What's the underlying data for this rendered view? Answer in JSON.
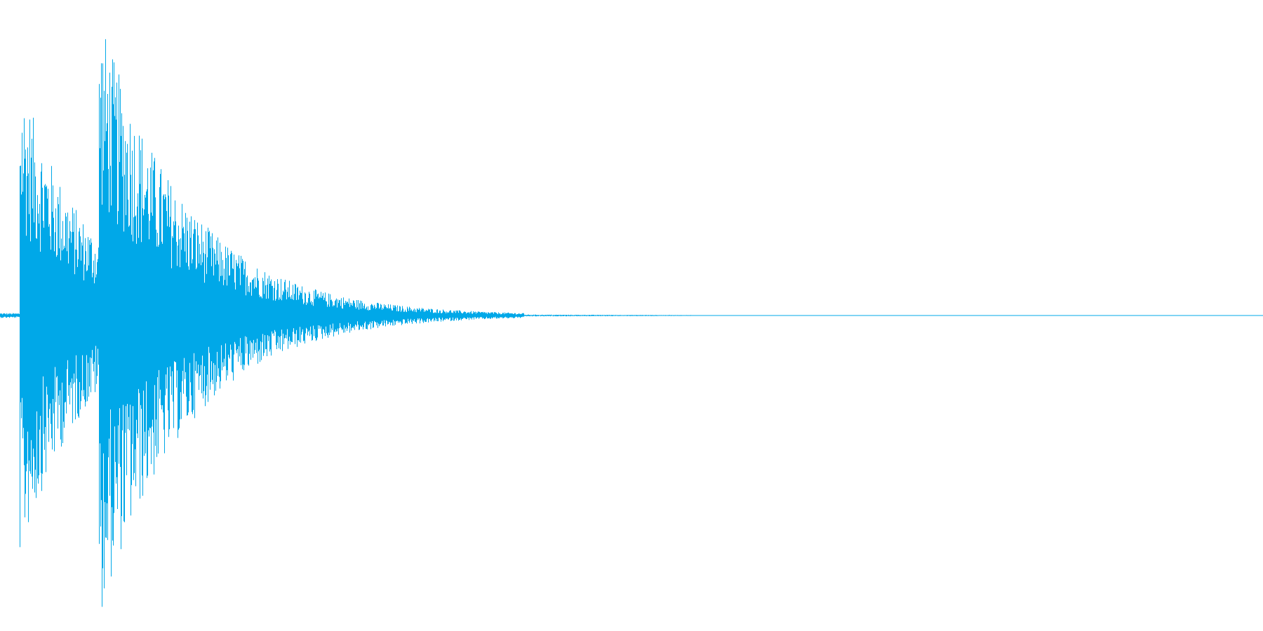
{
  "waveform": {
    "color": "#00a8e8",
    "peak_fraction": 0.985,
    "onsets": [
      {
        "time_fraction": 0.0155,
        "peak": 0.78,
        "decay": 0.055
      },
      {
        "time_fraction": 0.078,
        "peak": 0.985,
        "decay": 0.07
      }
    ],
    "tail_end_fraction": 0.66
  }
}
